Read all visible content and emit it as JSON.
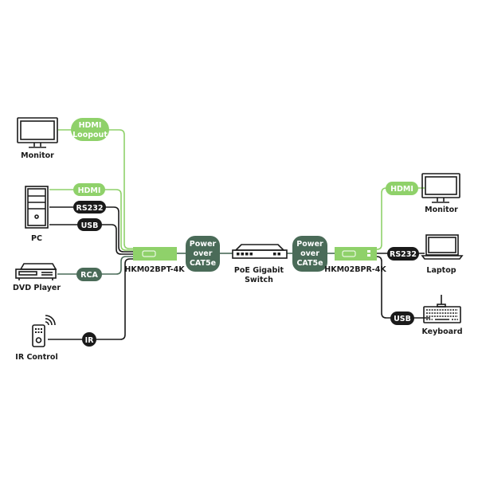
{
  "colors": {
    "green": "#8fd16a",
    "dark_green": "#4a6b58",
    "black": "#1a1a1a",
    "background": "#ffffff"
  },
  "devices": {
    "monitor_left": "Monitor",
    "pc": "PC",
    "dvd_player": "DVD Player",
    "ir_control": "IR Control",
    "transmitter": "HKM02BPT-4K",
    "switch_line1": "PoE Gigabit",
    "switch_line2": "Switch",
    "receiver": "HKM02BPR-4K",
    "monitor_right": "Monitor",
    "laptop": "Laptop",
    "keyboard": "Keyboard"
  },
  "connections": {
    "hdmi_loopout_line1": "HDMI",
    "hdmi_loopout_line2": "Loopout",
    "pc_hdmi": "HDMI",
    "pc_rs232": "RS232",
    "pc_usb": "USB",
    "dvd_rca": "RCA",
    "ir": "IR",
    "poe_left_line1": "Power",
    "poe_left_line2": "over",
    "poe_left_line3": "CAT5e",
    "poe_right_line1": "Power",
    "poe_right_line2": "over",
    "poe_right_line3": "CAT5e",
    "rx_hdmi": "HDMI",
    "rx_rs232": "RS232",
    "rx_usb": "USB"
  }
}
